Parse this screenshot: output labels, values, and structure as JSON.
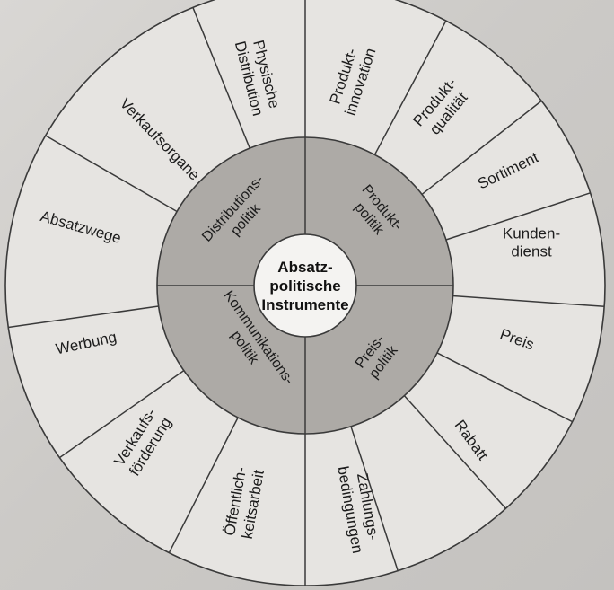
{
  "colors": {
    "outer_ring": "#e6e4e1",
    "middle_ring": "#adaaa6",
    "center_circle": "#f4f3f1",
    "stroke": "#3a3a3a"
  },
  "center": {
    "lines": [
      "Absatz-",
      "politische",
      "Instrumente"
    ]
  },
  "instruments": [
    {
      "label_lines": [
        "Produkt-",
        "politik"
      ]
    },
    {
      "label_lines": [
        "Preis-",
        "politik"
      ]
    },
    {
      "label_lines": [
        "Kommunikations-",
        "politik"
      ]
    },
    {
      "label_lines": [
        "Distributions-",
        "politik"
      ]
    }
  ],
  "sub_instruments": [
    {
      "label_lines": [
        "Produkt-",
        "innovation"
      ]
    },
    {
      "label_lines": [
        "Produkt-",
        "qualität"
      ]
    },
    {
      "label_lines": [
        "Sortiment"
      ]
    },
    {
      "label_lines": [
        "Kunden-",
        "dienst"
      ]
    },
    {
      "label_lines": [
        "Preis"
      ]
    },
    {
      "label_lines": [
        "Rabatt"
      ]
    },
    {
      "label_lines": [
        "Zahlungs-",
        "bedingungen"
      ]
    },
    {
      "label_lines": [
        "Öffentlich-",
        "keitsarbeit"
      ]
    },
    {
      "label_lines": [
        "Verkaufs-",
        "förderung"
      ]
    },
    {
      "label_lines": [
        "Werbung"
      ]
    },
    {
      "label_lines": [
        "Absatzwege"
      ]
    },
    {
      "label_lines": [
        "Verkaufsorgane"
      ]
    },
    {
      "label_lines": [
        "Physische",
        "Distribution"
      ]
    }
  ]
}
